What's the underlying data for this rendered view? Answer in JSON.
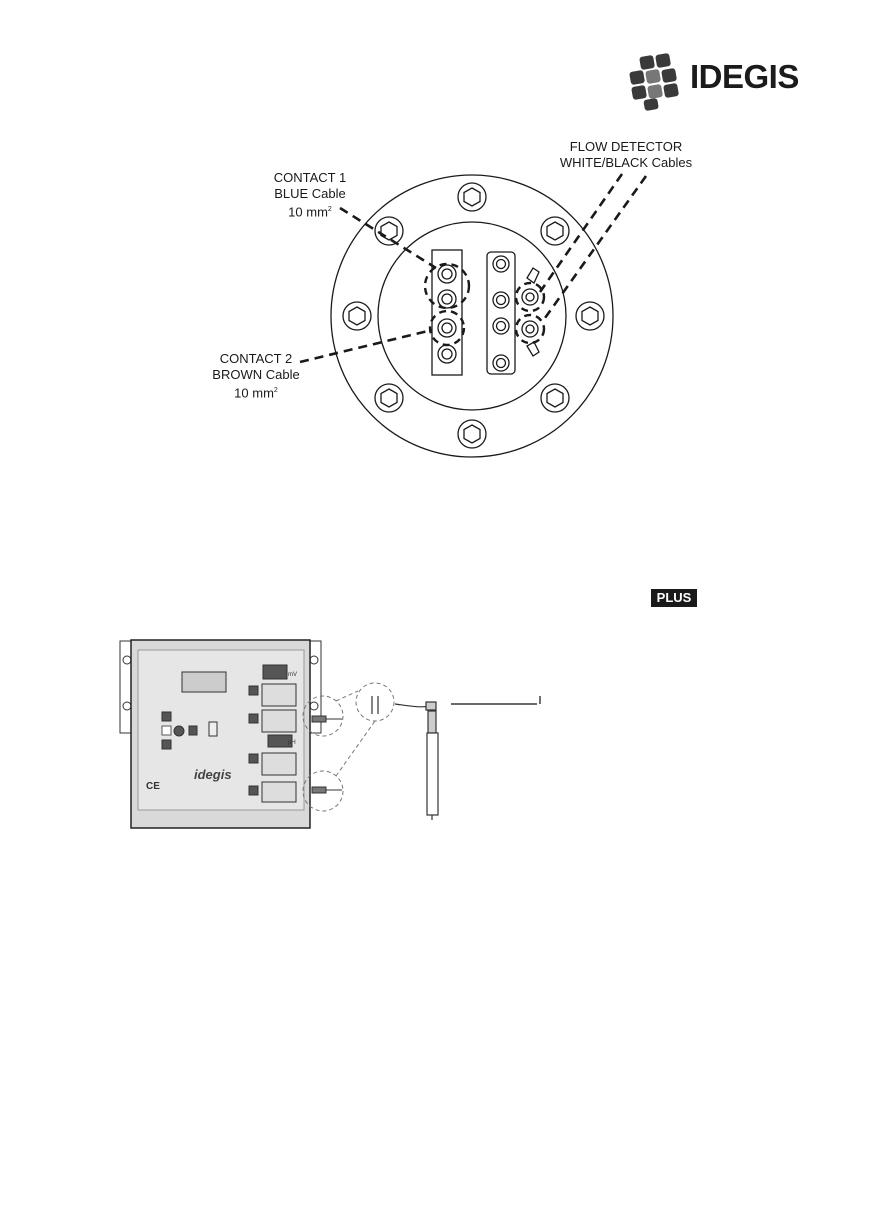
{
  "brand": {
    "name": "IDEGIS"
  },
  "diagram1": {
    "contact1": {
      "line1": "CONTACT 1",
      "line2": "BLUE Cable",
      "line3": "10 mm",
      "sup": "2"
    },
    "contact2": {
      "line1": "CONTACT 2",
      "line2": "BROWN Cable",
      "line3": "10 mm",
      "sup": "2"
    },
    "flow": {
      "line1": "FLOW DETECTOR",
      "line2": "WHITE/BLACK Cables"
    }
  },
  "badge": {
    "label": "PLUS"
  },
  "diagram2": {
    "unit_top": "mV",
    "unit_mid": "pH",
    "panel_logo": "idegis",
    "ce_mark": "CE"
  }
}
